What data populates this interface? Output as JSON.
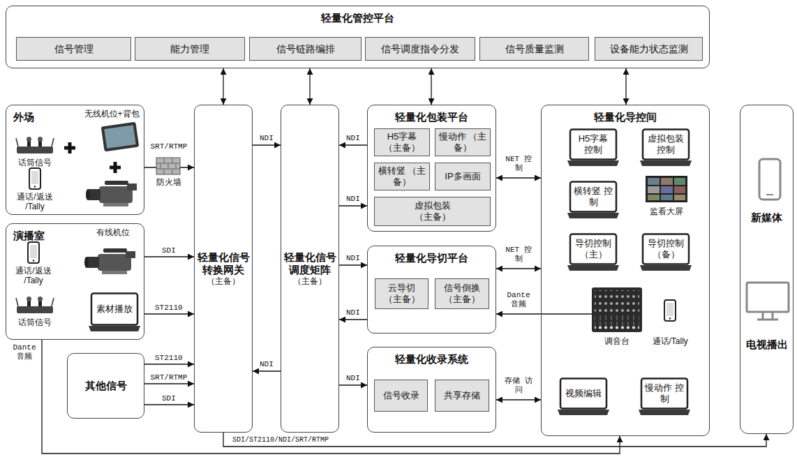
{
  "diagram": {
    "nodes": [
      {
        "text": [
          "轻量化管控平台"
        ]
      },
      {
        "text": [
          "信号管理"
        ],
        "in": 0
      },
      {
        "text": [
          "能力管理"
        ],
        "in": 0
      },
      {
        "text": [
          "信号链路编排"
        ],
        "in": 0
      },
      {
        "text": [
          "信号调度指令分发"
        ],
        "in": 0
      },
      {
        "text": [
          "信号质量监测"
        ],
        "in": 0
      },
      {
        "text": [
          "设备能力状态监测"
        ],
        "in": 0
      },
      {
        "text": [
          "外场"
        ]
      },
      {
        "text": [
          "演播室"
        ]
      },
      {
        "text": [
          "素材播放"
        ],
        "in": 8
      },
      {
        "text": [
          "其他信号"
        ]
      },
      {
        "text": [
          "轻量化信号 转换网关",
          "（主备）"
        ]
      },
      {
        "text": [
          "轻量化信号 调度矩阵",
          "（主备）"
        ]
      },
      {
        "text": [
          "轻量化包装平台"
        ]
      },
      {
        "text": [
          "H5字幕 （主备）"
        ],
        "in": 13
      },
      {
        "text": [
          "慢动作 （主备）"
        ],
        "in": 13
      },
      {
        "text": [
          "横转竖 （主备）"
        ],
        "in": 13
      },
      {
        "text": [
          "IP多画面"
        ],
        "in": 13
      },
      {
        "text": [
          "虚拟包装 （主备）"
        ],
        "in": 13
      },
      {
        "text": [
          "轻量化导切平台"
        ]
      },
      {
        "text": [
          "云导切 （主备）"
        ],
        "in": 19
      },
      {
        "text": [
          "信号倒换 （主备）"
        ],
        "in": 19
      },
      {
        "text": [
          "轻量化收录系统"
        ]
      },
      {
        "text": [
          "信号收录"
        ],
        "in": 22
      },
      {
        "text": [
          "共享存储"
        ],
        "in": 22
      },
      {
        "text": [
          "轻量化导控间"
        ]
      },
      {
        "text": [
          "H5字幕 控制"
        ],
        "in": 25
      },
      {
        "text": [
          "虚拟包装 控制"
        ],
        "in": 25
      },
      {
        "text": [
          "横转竖 控制"
        ],
        "in": 25
      },
      {
        "text": [
          "导切控制 （主）"
        ],
        "in": 25
      },
      {
        "text": [
          "导切控制 （备）"
        ],
        "in": 25
      },
      {
        "text": [
          "视频编辑"
        ],
        "in": 25
      },
      {
        "text": [
          "慢动作 控制"
        ],
        "in": 25
      },
      {
        "text": [
          "新媒体",
          "电视播出"
        ]
      }
    ],
    "edges": [
      {
        "from": 0,
        "to": 11,
        "arrow": "both"
      },
      {
        "from": 0,
        "to": 12,
        "arrow": "both"
      },
      {
        "from": 0,
        "to": 13,
        "arrow": "both"
      },
      {
        "from": 0,
        "to": 25,
        "arrow": "both"
      },
      {
        "from": 7,
        "to": 11,
        "label": "SRT/RTMP",
        "arrow": "to"
      },
      {
        "from": 8,
        "to": 11,
        "label": "SDI",
        "arrow": "to"
      },
      {
        "from": 8,
        "to": 11,
        "label": "ST2110",
        "arrow": "to"
      },
      {
        "from": 10,
        "to": 11,
        "label": "ST2110",
        "arrow": "to"
      },
      {
        "from": 10,
        "to": 11,
        "label": "SRT/RTMP",
        "arrow": "to"
      },
      {
        "from": 10,
        "to": 11,
        "label": "SDI",
        "arrow": "to"
      },
      {
        "from": 11,
        "to": 12,
        "label": "NDI",
        "arrow": "to"
      },
      {
        "from": 12,
        "to": 11,
        "label": "NDI",
        "arrow": "to"
      },
      {
        "from": 13,
        "to": 12,
        "label": "NDI",
        "arrow": "to"
      },
      {
        "from": 12,
        "to": 13,
        "label": "NDI",
        "arrow": "to"
      },
      {
        "from": 12,
        "to": 19,
        "label": "NDI",
        "arrow": "to"
      },
      {
        "from": 19,
        "to": 12,
        "label": "NDI",
        "arrow": "to"
      },
      {
        "from": 12,
        "to": 22,
        "label": "NDI",
        "arrow": "to"
      },
      {
        "from": 13,
        "to": 25,
        "label": "NET 控制",
        "arrow": "both"
      },
      {
        "from": 19,
        "to": 25,
        "label": "NET 控制",
        "arrow": "both"
      },
      {
        "from": 25,
        "to": 19,
        "label": "Dante 音频",
        "arrow": "to"
      },
      {
        "from": 22,
        "to": 25,
        "label": "存储 访问",
        "arrow": "both"
      },
      {
        "from": 11,
        "to": 33,
        "label": "SDI/ST2110/NDI/SRT/RTMP",
        "arrow": "to"
      },
      {
        "from": 8,
        "to": 25,
        "label": "Dante 音频",
        "arrow": "to"
      }
    ],
    "labels": [
      "无线机位+背包",
      "话筒信号",
      "通话/返送 /Tally",
      "防火墙",
      "有线机位",
      "通话/返送 /Tally",
      "话筒信号",
      "监看大屏",
      "调音台",
      "通话/Tally"
    ]
  }
}
